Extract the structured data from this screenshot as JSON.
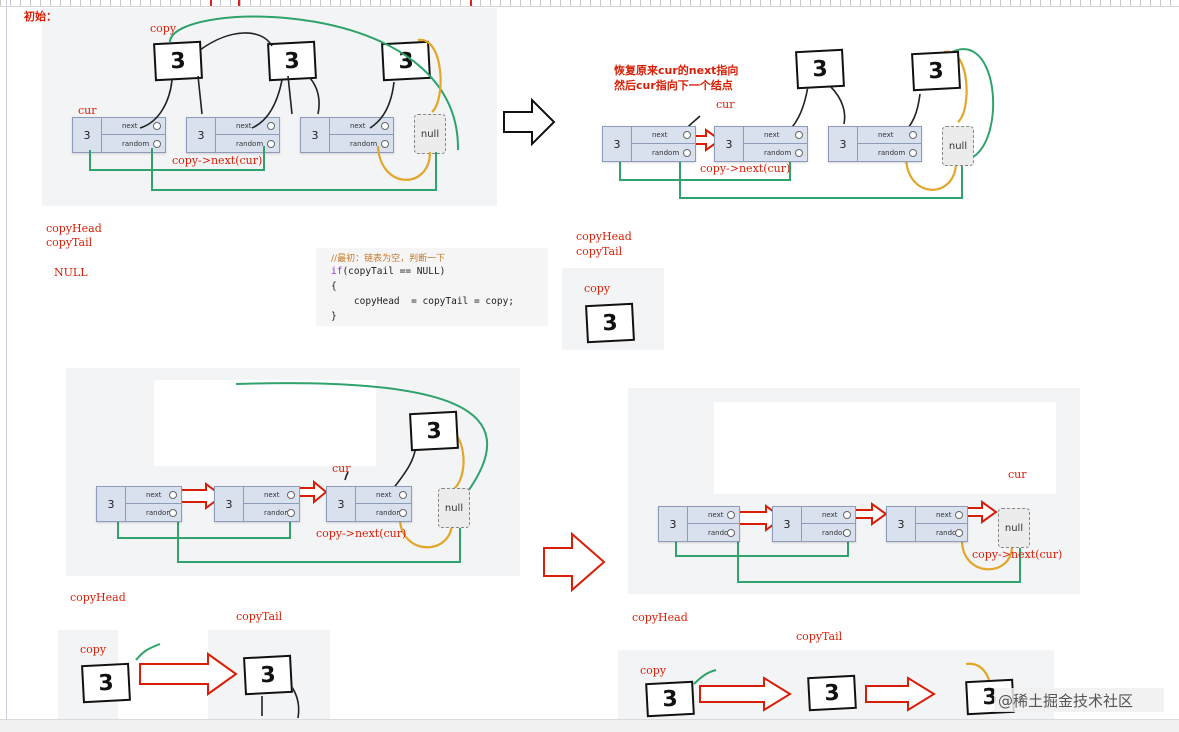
{
  "labels": {
    "init": "初始：",
    "copy": "copy",
    "cur": "cur",
    "copy_next_cur": "copy->next(cur)",
    "copy_head": "copyHead",
    "copy_tail": "copyTail",
    "null_upper": "NULL",
    "restore_note_line1": "恢复原来cur的next指向",
    "restore_note_line2": "然后cur指向下一个结点"
  },
  "node": {
    "value": "3",
    "next_label": "next",
    "random_label": "random",
    "null_label": "null"
  },
  "code": {
    "comment": "//最初：链表为空，判断一下",
    "if_kw": "if",
    "if_rest": "(copyTail == NULL)",
    "open": "{",
    "body": "    copyHead  = copyTail = copy;",
    "close": "}"
  },
  "watermark": {
    "text": "@稀土掘金技术社区"
  },
  "colors": {
    "annotation_red": "#d81e06",
    "node_fill": "#d9e1ee",
    "pointer_green": "#2fa36b",
    "pointer_yellow": "#e2a62a",
    "code_comment": "#c47a2c",
    "code_keyword": "#8a2be2"
  }
}
